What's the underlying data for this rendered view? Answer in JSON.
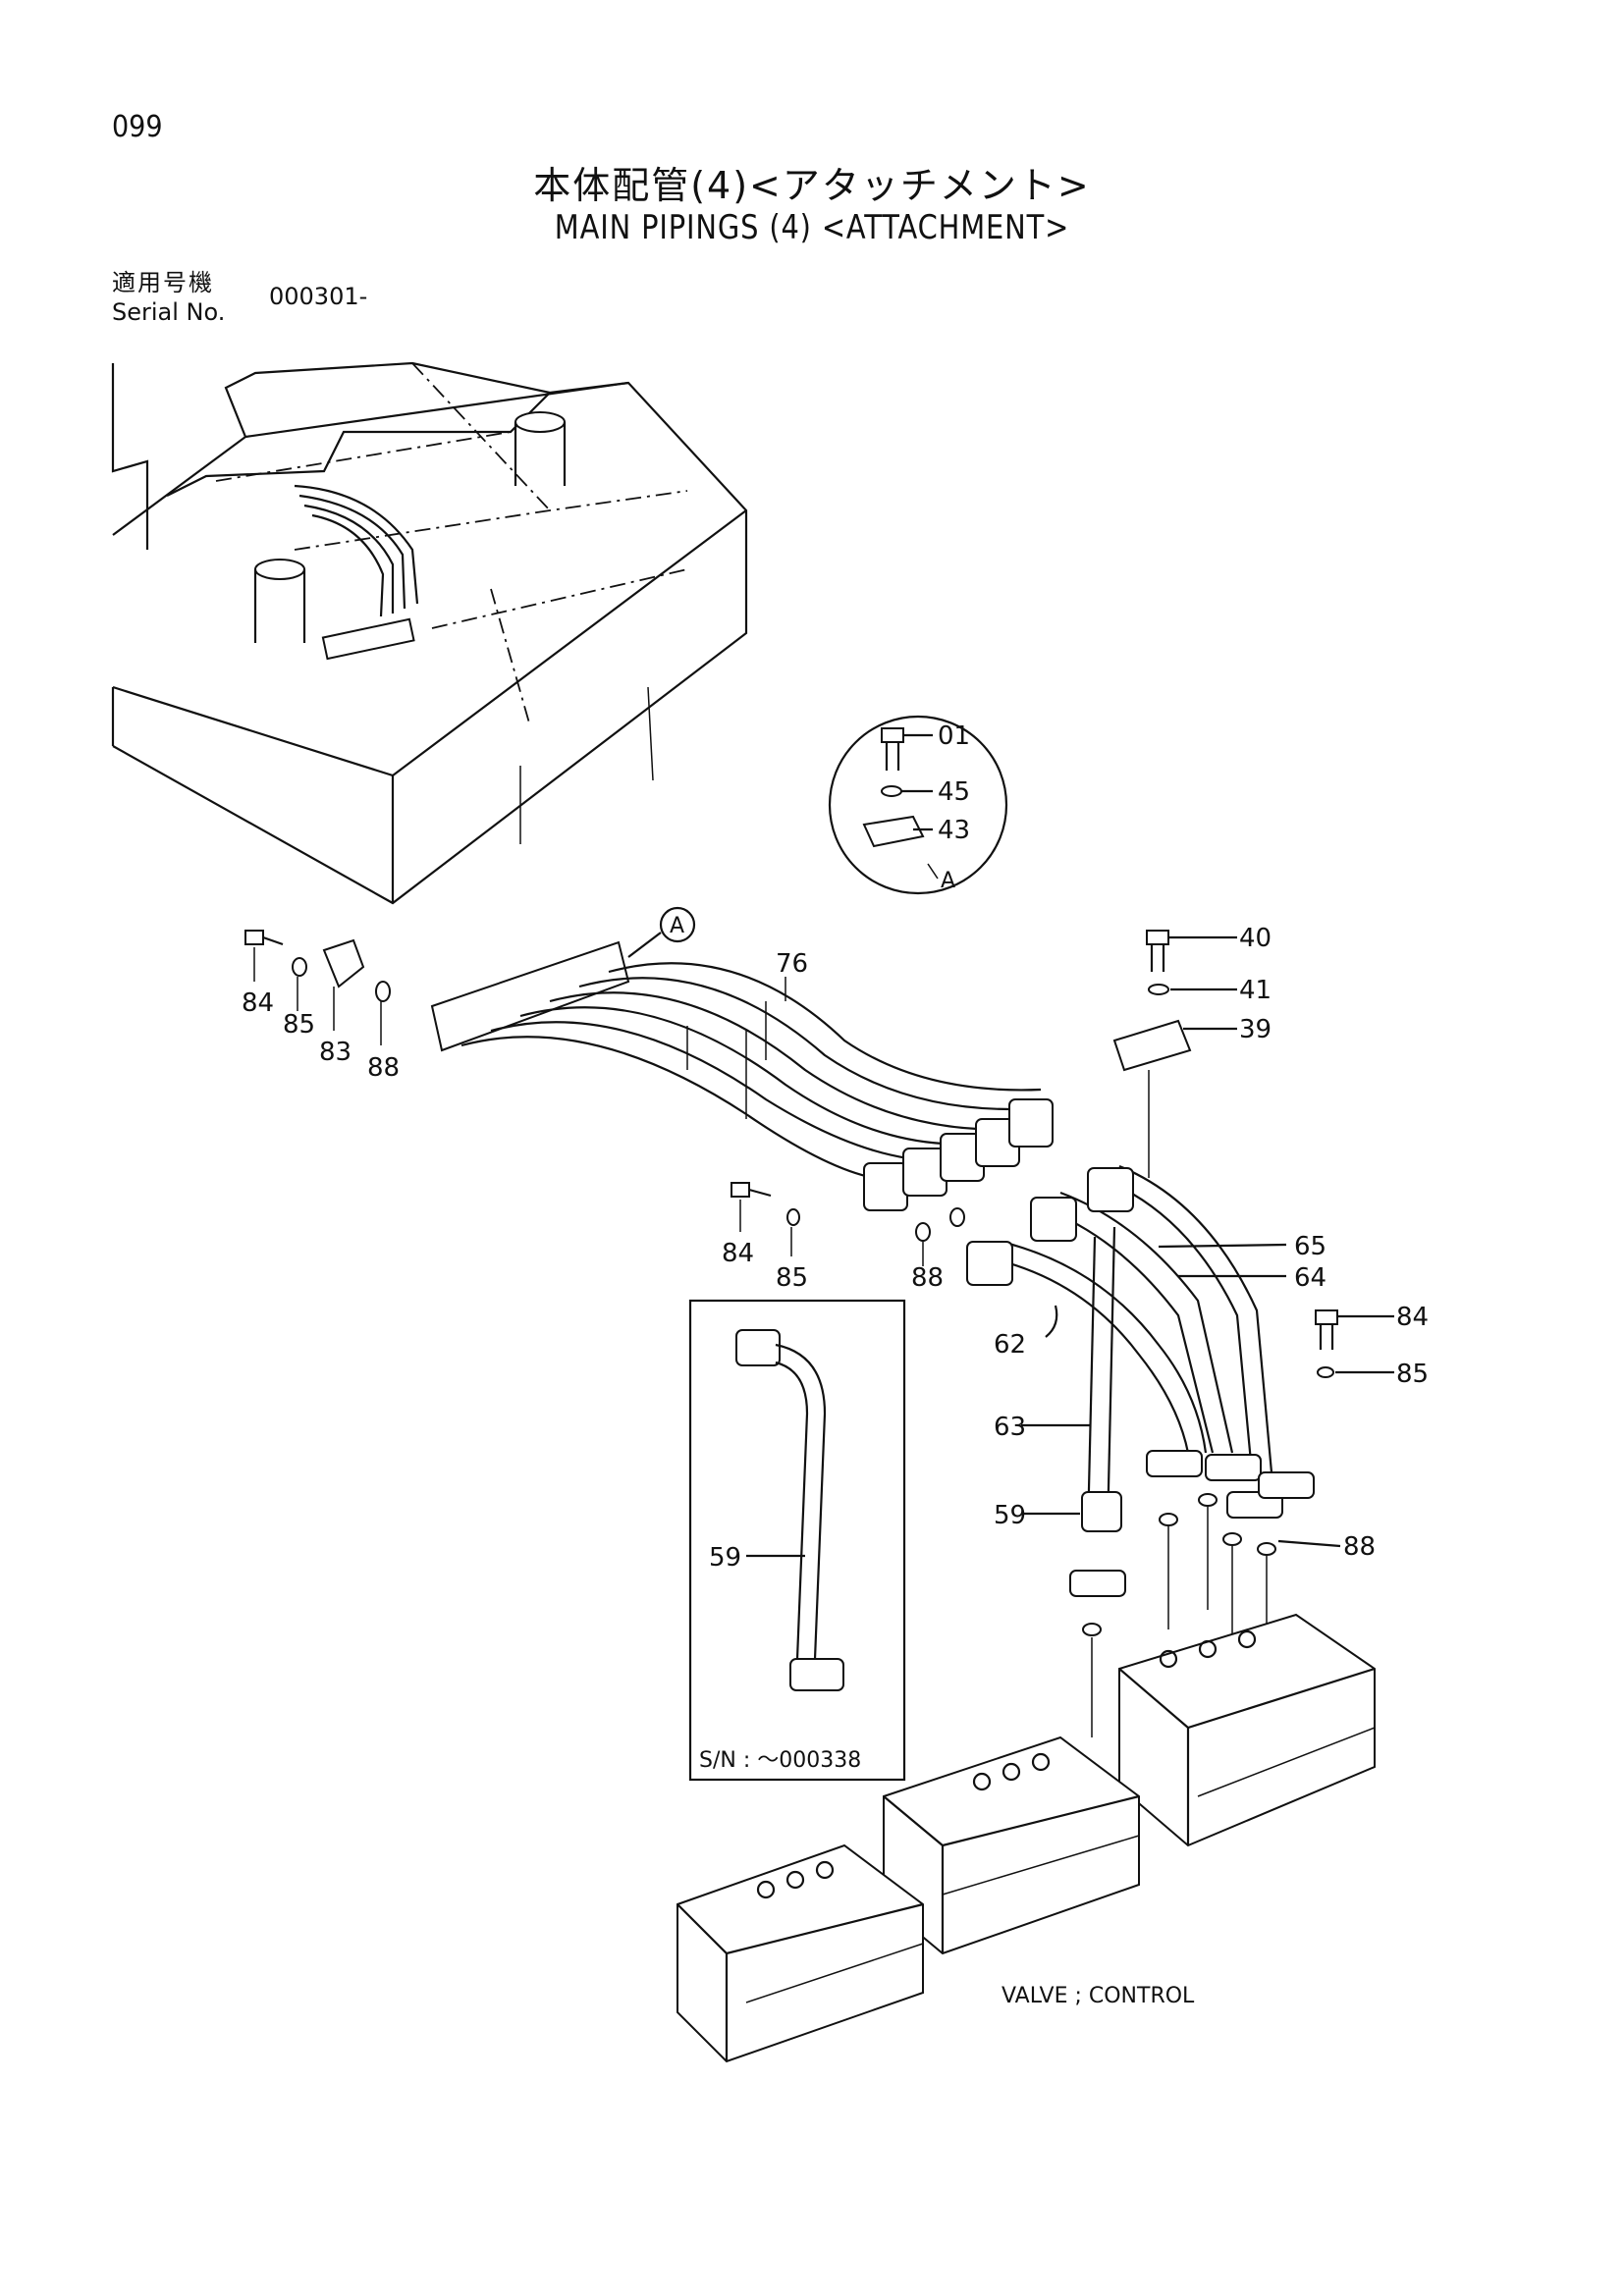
{
  "page": {
    "number": "099",
    "title_jp": "本体配管(4)<アタッチメント>",
    "title_en": "MAIN PIPINGS (4) <ATTACHMENT>",
    "serial_label_jp": "適用号機",
    "serial_label_en": "Serial No.",
    "serial_value": "000301-"
  },
  "callouts": {
    "detail_letter": "A",
    "detail_marker": "A",
    "p01": "01",
    "p45": "45",
    "p43": "43",
    "p40": "40",
    "p41": "41",
    "p39": "39",
    "p76": "76",
    "p84a": "84",
    "p85a": "85",
    "p83": "83",
    "p88a": "88",
    "p84b": "84",
    "p85b": "85",
    "p88b": "88",
    "p65": "65",
    "p64": "64",
    "p62": "62",
    "p63": "63",
    "p59a": "59",
    "p84c": "84",
    "p85c": "85",
    "p88c": "88",
    "p59b": "59",
    "inset_sn": "S/N : ～000338",
    "valve_label": "VALVE ; CONTROL"
  }
}
